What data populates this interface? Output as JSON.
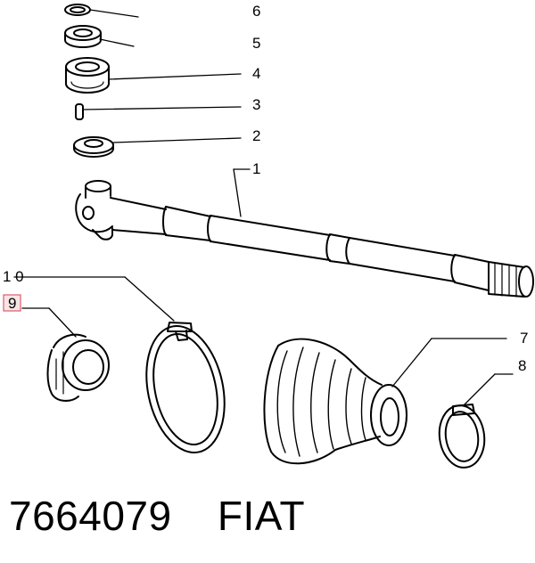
{
  "callouts": {
    "c1": "1",
    "c2": "2",
    "c3": "3",
    "c4": "4",
    "c5": "5",
    "c6": "6",
    "c7": "7",
    "c8": "8",
    "c9": "9",
    "c10": "1 0"
  },
  "highlight_color": "#e05a6a",
  "footer": {
    "part_number": "7664079",
    "brand": "FIAT"
  }
}
